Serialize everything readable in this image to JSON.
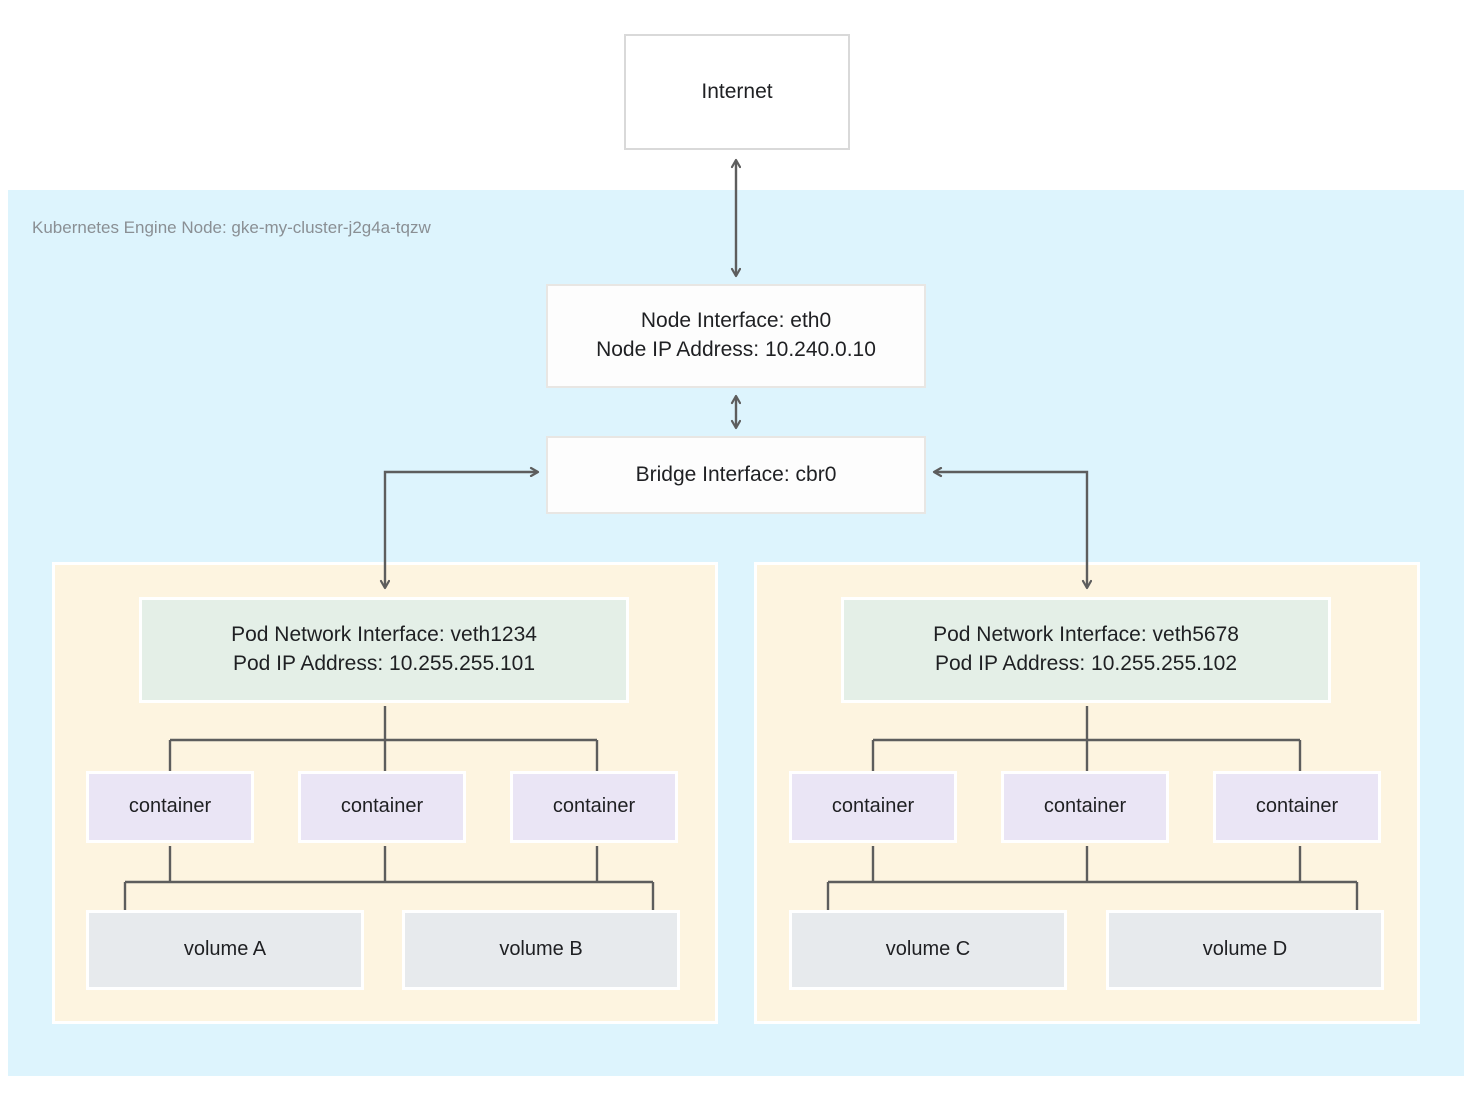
{
  "diagram": {
    "title_label": "Kubernetes Engine Node: gke-my-cluster-j2g4a-tqzw",
    "internet": {
      "label": "Internet"
    },
    "node_interface": {
      "interface_line": "Node Interface: eth0",
      "ip_line": "Node IP Address: 10.240.0.10"
    },
    "bridge": {
      "label": "Bridge Interface: cbr0"
    },
    "pods": [
      {
        "interface_line": "Pod Network Interface: veth1234",
        "ip_line": "Pod IP Address: 10.255.255.101",
        "containers": [
          {
            "label": "container"
          },
          {
            "label": "container"
          },
          {
            "label": "container"
          }
        ],
        "volumes": [
          {
            "label": "volume A"
          },
          {
            "label": "volume B"
          }
        ]
      },
      {
        "interface_line": "Pod Network Interface: veth5678",
        "ip_line": "Pod IP Address: 10.255.255.102",
        "containers": [
          {
            "label": "container"
          },
          {
            "label": "container"
          },
          {
            "label": "container"
          }
        ],
        "volumes": [
          {
            "label": "volume C"
          },
          {
            "label": "volume D"
          }
        ]
      }
    ],
    "colors": {
      "node_region_bg": "#ddf4fd",
      "pod_group_bg": "#fdf4e0",
      "pod_interface_bg": "#e4efe7",
      "container_bg": "#eae5f5",
      "volume_bg": "#e7eaed",
      "connector": "#5d5d5d",
      "text": "#1f2023",
      "node_label_text": "#8a8f94"
    }
  }
}
